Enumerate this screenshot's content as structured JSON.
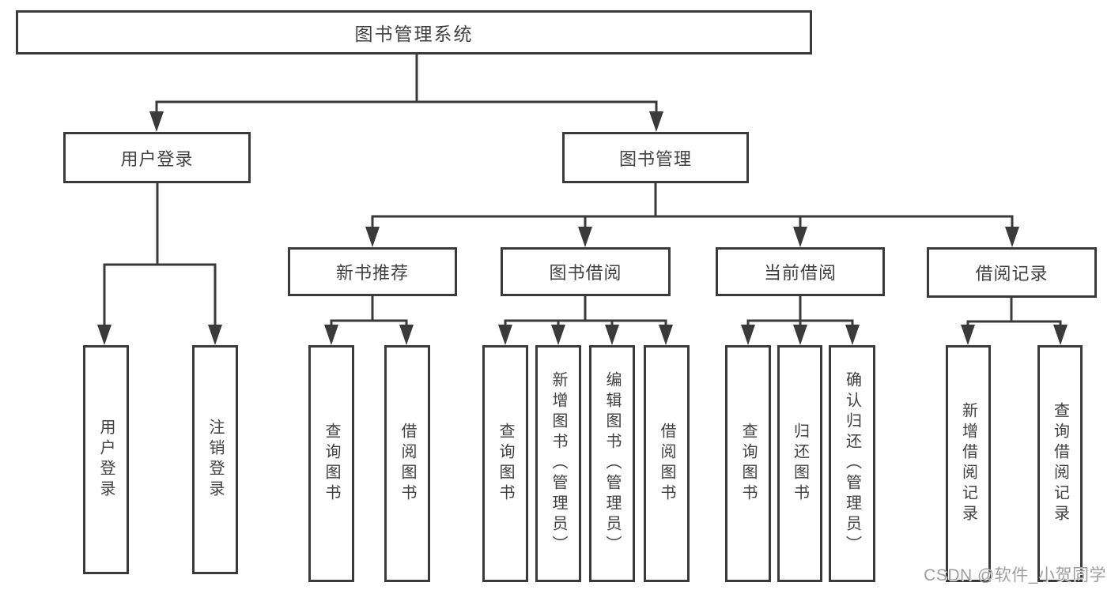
{
  "tree": {
    "root": {
      "label": "图书管理系统"
    },
    "branches": [
      {
        "label": "用户登录",
        "children": [
          {
            "label": "用户登录"
          },
          {
            "label": "注销登录"
          }
        ]
      },
      {
        "label": "图书管理",
        "children": [
          {
            "label": "新书推荐",
            "children": [
              {
                "label": "查询图书"
              },
              {
                "label": "借阅图书"
              }
            ]
          },
          {
            "label": "图书借阅",
            "children": [
              {
                "label": "查询图书"
              },
              {
                "label": "新增图书（管理员）"
              },
              {
                "label": "编辑图书（管理员）"
              },
              {
                "label": "借阅图书"
              }
            ]
          },
          {
            "label": "当前借阅",
            "children": [
              {
                "label": "查询图书"
              },
              {
                "label": "归还图书"
              },
              {
                "label": "确认归还（管理员）"
              }
            ]
          },
          {
            "label": "借阅记录",
            "children": [
              {
                "label": "新增借阅记录"
              },
              {
                "label": "查询借阅记录"
              }
            ]
          }
        ]
      }
    ]
  },
  "watermark": {
    "text": "CSDN @软件_小贺同学"
  },
  "colors": {
    "line": "#3a3a3a",
    "box_border": "#3a3a3a",
    "text": "#414141",
    "watermark_text": "#9e9e9e",
    "background": "#ffffff"
  }
}
